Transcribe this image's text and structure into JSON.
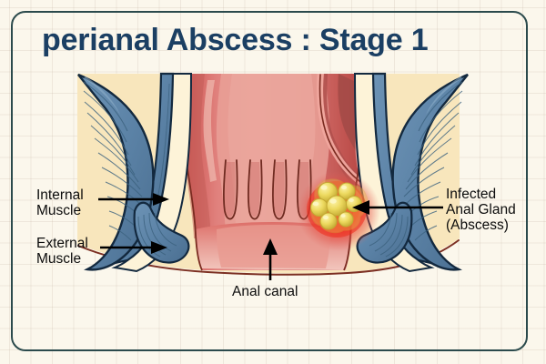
{
  "page": {
    "title": "perianal Abscess : Stage 1",
    "title_color": "#1b3f63",
    "background_color": "#fbf7ec",
    "frame_color": "#2b4a4c",
    "grid": "visible"
  },
  "diagram": {
    "subject": "perianal abscess cross-section",
    "tissue_color": "#f7e3b8",
    "muscle_color": "#5c84a8",
    "muscle_outline_color": "#13293f",
    "mucosa_color": "#e08a87",
    "inflammation_color": "#e8231e",
    "abscess_color": "#e8d35a",
    "labels": [
      {
        "id": "internal-muscle",
        "text": "Internal\nMuscle",
        "pointer": "arrow-right"
      },
      {
        "id": "external-muscle",
        "text": "External\nMuscle",
        "pointer": "arrow-right"
      },
      {
        "id": "infected-anal-gland",
        "text": "Infected\nAnal Gland\n(Abscess)",
        "pointer": "arrow-left"
      },
      {
        "id": "anal-canal",
        "text": "Anal canal",
        "pointer": "arrow-up"
      }
    ]
  },
  "icons": {
    "arrow_right": "arrow-right-icon",
    "arrow_left": "arrow-left-icon",
    "arrow_up": "arrow-up-icon"
  }
}
